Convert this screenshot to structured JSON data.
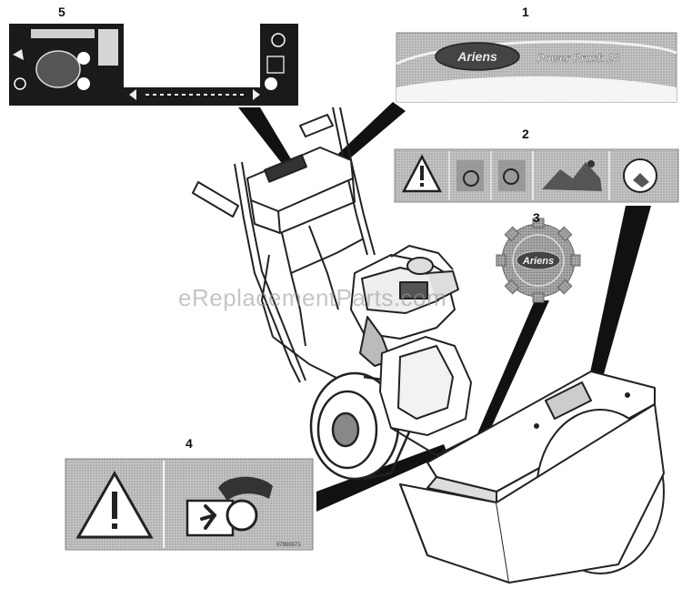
{
  "callouts": {
    "c1": "1",
    "c2": "2",
    "c3": "3",
    "c4": "4",
    "c5": "5"
  },
  "decal1": {
    "brand": "Ariens",
    "model": "Power Brush 28"
  },
  "decal3": {
    "brand": "Ariens"
  },
  "decal4": {
    "part_no": "07900071"
  },
  "watermark": "eReplacementParts.com",
  "colors": {
    "decal_gray": "#b8b8b8",
    "dark_panel": "#1a1a1a",
    "outline": "#222222"
  }
}
